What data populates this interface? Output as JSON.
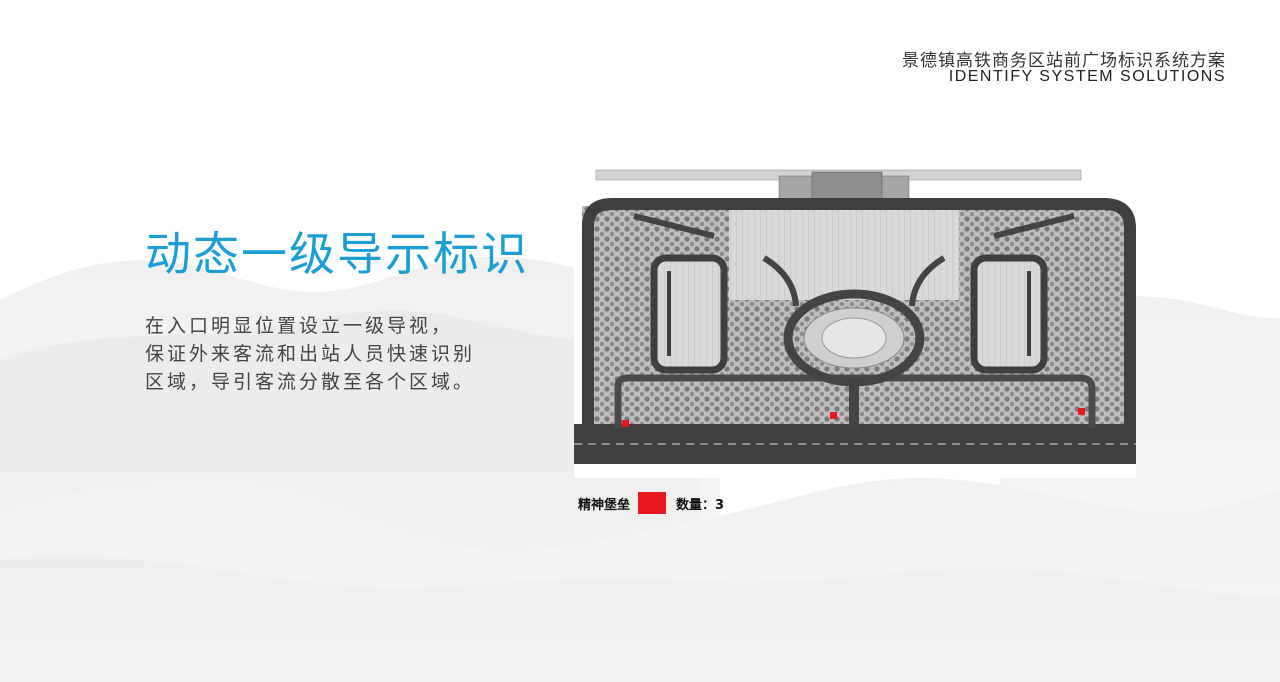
{
  "header": {
    "title_cn": "景德镇高铁商务区站前广场标识系统方案",
    "title_en": "IDENTIFY SYSTEM SOLUTIONS"
  },
  "main": {
    "title": "动态一级导示标识",
    "description": [
      "在入口明显位置设立一级导视，",
      "保证外来客流和出站人员快速识别",
      "区域，导引客流分散至各个区域。"
    ]
  },
  "legend": {
    "name": "精神堡垒",
    "count_text": "数量：3",
    "swatch_color": "#e8191e"
  },
  "colors": {
    "title": "#1b9ed6",
    "marker": "#e8191e",
    "road": "#3f3f3f"
  },
  "map_markers": {
    "count": 3
  }
}
